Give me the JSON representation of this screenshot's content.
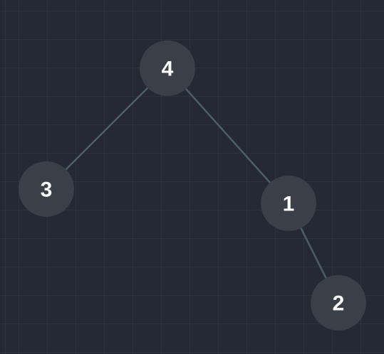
{
  "colors": {
    "background": "#242933",
    "node_fill": "#3b3f48",
    "node_text": "#ffffff",
    "edge": "#4d5d69"
  },
  "tree": {
    "nodes": [
      {
        "id": "n4",
        "label": "4"
      },
      {
        "id": "n3",
        "label": "3"
      },
      {
        "id": "n1",
        "label": "1"
      },
      {
        "id": "n2",
        "label": "2"
      }
    ],
    "edges": [
      {
        "from": "n4",
        "to": "n3"
      },
      {
        "from": "n4",
        "to": "n1"
      },
      {
        "from": "n1",
        "to": "n2"
      }
    ]
  }
}
